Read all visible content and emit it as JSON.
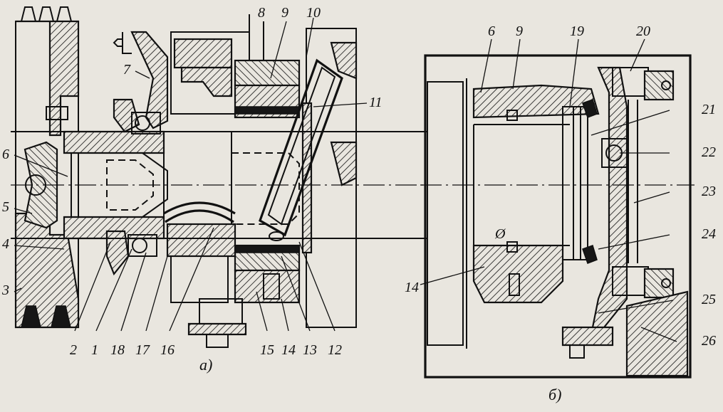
{
  "view_a": {
    "caption": "а)",
    "callouts": [
      {
        "id": "c1",
        "text": "1"
      },
      {
        "id": "c2",
        "text": "2"
      },
      {
        "id": "c3",
        "text": "3"
      },
      {
        "id": "c4",
        "text": "4"
      },
      {
        "id": "c5",
        "text": "5"
      },
      {
        "id": "c6",
        "text": "6"
      },
      {
        "id": "c7",
        "text": "7"
      },
      {
        "id": "c8",
        "text": "8"
      },
      {
        "id": "c9",
        "text": "9"
      },
      {
        "id": "c10",
        "text": "10"
      },
      {
        "id": "c11",
        "text": "11"
      },
      {
        "id": "c12",
        "text": "12"
      },
      {
        "id": "c13",
        "text": "13"
      },
      {
        "id": "c14",
        "text": "14"
      },
      {
        "id": "c15",
        "text": "15"
      },
      {
        "id": "c16",
        "text": "16"
      },
      {
        "id": "c17",
        "text": "17"
      },
      {
        "id": "c18",
        "text": "18"
      }
    ]
  },
  "view_b": {
    "caption": "б)",
    "diameter_symbol": "Ø",
    "callouts": [
      {
        "id": "c6",
        "text": "6"
      },
      {
        "id": "c9",
        "text": "9"
      },
      {
        "id": "c14",
        "text": "14"
      },
      {
        "id": "c19",
        "text": "19"
      },
      {
        "id": "c20",
        "text": "20"
      },
      {
        "id": "c21",
        "text": "21"
      },
      {
        "id": "c22",
        "text": "22"
      },
      {
        "id": "c23",
        "text": "23"
      },
      {
        "id": "c24",
        "text": "24"
      },
      {
        "id": "c25",
        "text": "25"
      },
      {
        "id": "c26",
        "text": "26"
      }
    ]
  },
  "colors": {
    "ink": "#111111",
    "paper": "#e9e6df"
  }
}
